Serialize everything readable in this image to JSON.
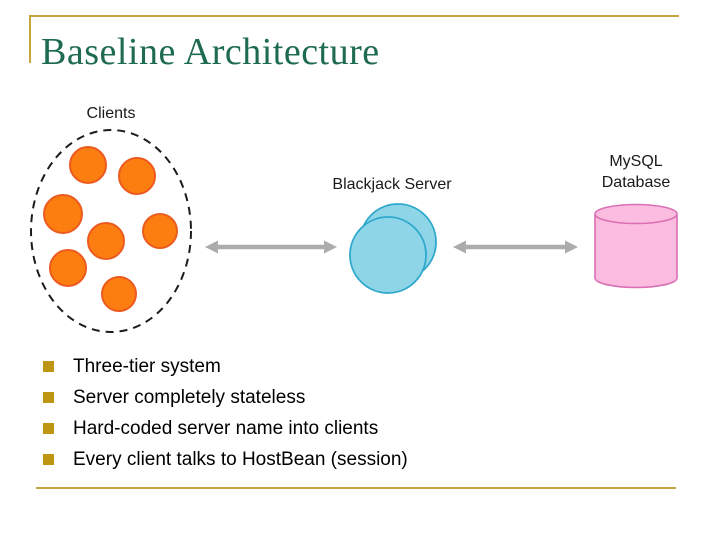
{
  "slide": {
    "title": "Baseline Architecture"
  },
  "diagram": {
    "clients_label": "Clients",
    "server_label": "Blackjack Server",
    "database_label_line1": "MySQL",
    "database_label_line2": "Database",
    "client_node_count": 7
  },
  "bullets": [
    "Three-tier system",
    "Server completely stateless",
    "Hard-coded server name into clients",
    "Every client talks to HostBean (session)"
  ],
  "colors": {
    "title_green": "#1E6B51",
    "frame_gold": "#C5A63E",
    "bullet_gold": "#BF9514",
    "client_orange_fill": "#FC7E11",
    "client_orange_stroke": "#ED5A1F",
    "server_blue_fill": "#8ED5E8",
    "server_blue_stroke": "#2FA8CC",
    "database_pink_fill": "#FBBCDF",
    "database_pink_stroke": "#D96FB4",
    "arrow_gray": "#ACACAC",
    "ellipse_dash_black": "#1C1C1C",
    "label_text": "#1a1a1a"
  }
}
